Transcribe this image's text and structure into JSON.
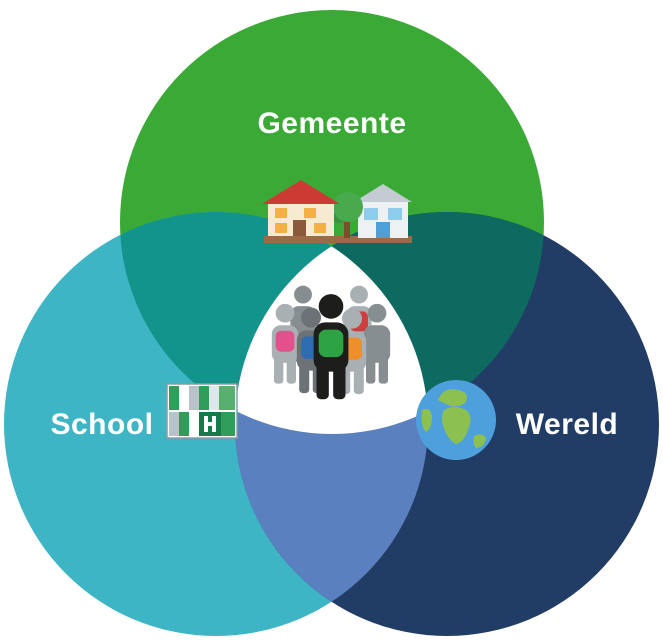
{
  "diagram": {
    "type": "venn",
    "sets": {
      "top": {
        "label": "Gemeente",
        "color": "#3aa935",
        "icon": "houses-icon"
      },
      "left": {
        "label": "School",
        "color": "#3eb5c4",
        "icon": "school-building-icon"
      },
      "right": {
        "label": "Wereld",
        "color": "#223d65",
        "icon": "globe-icon"
      }
    },
    "overlaps": {
      "top_left": "#12948c",
      "top_right": "#0e6a60",
      "left_right": "#5b80bf",
      "center": "#ffffff",
      "center_icon": "students-icon"
    },
    "label_color": "#ffffff"
  },
  "icons": {
    "houses": {
      "roof": "#cc3b33",
      "wall": "#f6ead0",
      "window": "#f3b143",
      "house_door": "#8a5a3b",
      "tree": "#49a94d",
      "tree_dark": "#3c8f41",
      "trunk": "#7c4f2c",
      "ground": "#9b6b45",
      "shop_wall": "#eef1f3",
      "shop_roof": "#c2ccd2",
      "shop_window": "#8fcdec",
      "shop_door": "#4f9fd6"
    },
    "school_building": {
      "green_dark": "#16794a",
      "green": "#2f9e5b",
      "green_light": "#57b06e",
      "gray": "#b7c3c8",
      "gray_light": "#dfe7ea",
      "white": "#ffffff",
      "frame": "#8f9aa0"
    },
    "globe": {
      "ocean": "#4da0dc",
      "land": "#8cc152"
    },
    "students": {
      "front": "#1d1d1b",
      "gray_dark": "#6c7276",
      "gray": "#878e92",
      "gray_light": "#a9b0b4",
      "backpacks": {
        "green": "#2da343",
        "blue": "#2e6cb4",
        "pink": "#e2518c",
        "orange": "#ee8f2b",
        "red": "#cd3e3e"
      }
    }
  }
}
